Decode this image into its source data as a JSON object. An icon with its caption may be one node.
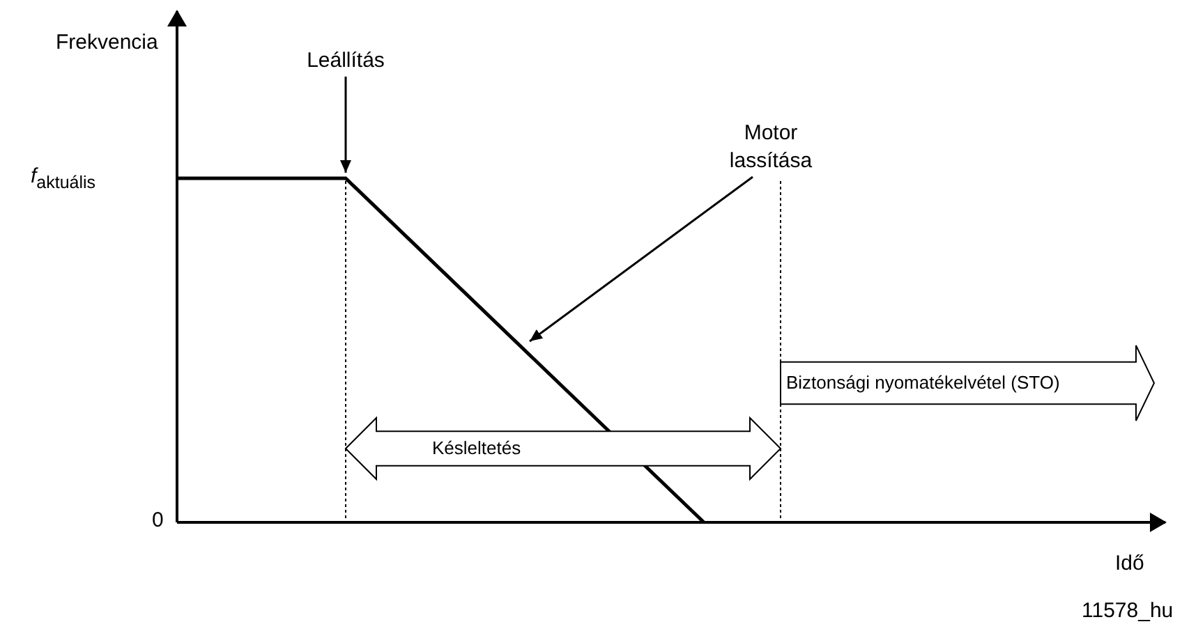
{
  "diagram": {
    "nodes": [
      {
        "text": [
          "Leállítás"
        ]
      },
      {
        "text": [
          "Motor lassítása"
        ]
      },
      {
        "text": [
          "Késleltetés"
        ]
      },
      {
        "text": [
          "Biztonsági nyomatékelvétel (STO)"
        ]
      }
    ],
    "edges": [
      {
        "from": 0,
        "to": null,
        "arrow": "to"
      },
      {
        "from": 1,
        "to": null,
        "arrow": "to"
      }
    ],
    "labels": [
      "Frekvencia",
      "*f*$_{aktuális}$",
      "0",
      "Idő",
      "11578_hu"
    ]
  }
}
